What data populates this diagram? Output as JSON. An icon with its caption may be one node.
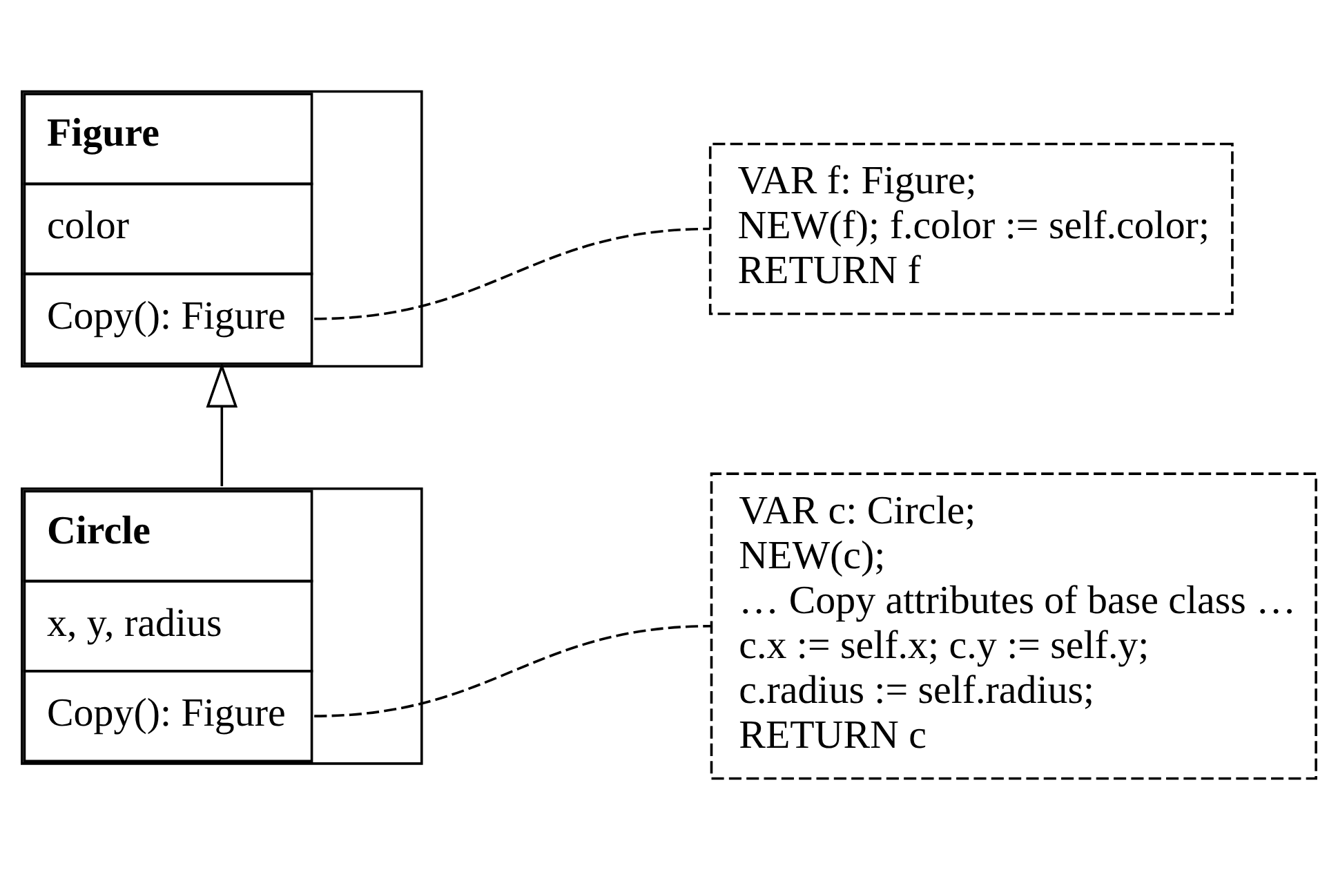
{
  "diagram": {
    "nodes": [
      {
        "text": [
          "Figure",
          "color",
          "Copy(): Figure"
        ]
      },
      {
        "text": [
          "VAR f: Figure;",
          "NEW(f); f.color := self.color;",
          "RETURN f"
        ]
      },
      {
        "text": [
          "Circle",
          "x, y, radius",
          "Copy(): Figure"
        ]
      },
      {
        "text": [
          "VAR c: Circle;",
          "NEW(c);",
          "… Copy attributes of base class …",
          "c.x := self.x; c.y := self.y;",
          "c.radius := self.radius;",
          "RETURN c"
        ]
      }
    ],
    "edges": [
      {
        "from": 0,
        "to": 1,
        "arrow": "none",
        "style": "dashed"
      },
      {
        "from": 2,
        "to": 0,
        "arrow": "to"
      },
      {
        "from": 2,
        "to": 3,
        "arrow": "none",
        "style": "dashed"
      }
    ]
  }
}
